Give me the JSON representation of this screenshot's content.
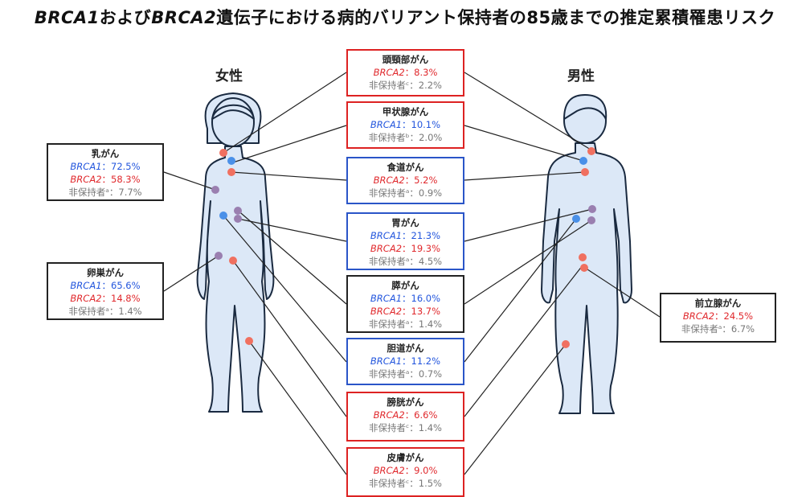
{
  "title": {
    "gene1": "BRCA1",
    "and": "および",
    "gene2": "BRCA2",
    "rest": "遺伝子における病的バリアント保持者の85歳までの推定累積罹患リスク"
  },
  "labels": {
    "female": "女性",
    "male": "男性"
  },
  "colors": {
    "brca1": "#2255dd",
    "brca2": "#e0282c",
    "noncarrier": "#777777",
    "body_fill": "#dce8f7",
    "body_stroke": "#1a2a40",
    "dot_red": "#f07060",
    "dot_blue": "#4a90e8",
    "dot_purple": "#9a7fb0"
  },
  "cancers": [
    {
      "id": "head-neck",
      "name": "頭頸部がん",
      "border": "red",
      "rows": [
        {
          "gene": "BRCA2",
          "value": "：8.3%",
          "cls": "b2"
        },
        {
          "text": "非保持者ᶜ：2.2%",
          "cls": "non"
        }
      ]
    },
    {
      "id": "thyroid",
      "name": "甲状腺がん",
      "border": "red",
      "rows": [
        {
          "gene": "BRCA1",
          "value": "：10.1%",
          "cls": "b1"
        },
        {
          "text": "非保持者ᵇ：2.0%",
          "cls": "non"
        }
      ]
    },
    {
      "id": "esophagus",
      "name": "食道がん",
      "border": "blue",
      "rows": [
        {
          "gene": "BRCA2",
          "value": "：5.2%",
          "cls": "b2"
        },
        {
          "text": "非保持者ᵃ：0.9%",
          "cls": "non"
        }
      ]
    },
    {
      "id": "stomach",
      "name": "胃がん",
      "border": "blue",
      "rows": [
        {
          "gene": "BRCA1",
          "value": "：21.3%",
          "cls": "b1"
        },
        {
          "gene": "BRCA2",
          "value": "：19.3%",
          "cls": "b2"
        },
        {
          "text": "非保持者ᵃ：4.5%",
          "cls": "non"
        }
      ]
    },
    {
      "id": "pancreas",
      "name": "膵がん",
      "border": "dark",
      "rows": [
        {
          "gene": "BRCA1",
          "value": "：16.0%",
          "cls": "b1"
        },
        {
          "gene": "BRCA2",
          "value": "：13.7%",
          "cls": "b2"
        },
        {
          "text": "非保持者ᵃ：1.4%",
          "cls": "non"
        }
      ]
    },
    {
      "id": "biliary",
      "name": "胆道がん",
      "border": "blue",
      "rows": [
        {
          "gene": "BRCA1",
          "value": "：11.2%",
          "cls": "b1"
        },
        {
          "text": "非保持者ᵃ：0.7%",
          "cls": "non"
        }
      ]
    },
    {
      "id": "bladder",
      "name": "膀胱がん",
      "border": "red",
      "rows": [
        {
          "gene": "BRCA2",
          "value": "：6.6%",
          "cls": "b2"
        },
        {
          "text": "非保持者ᶜ：1.4%",
          "cls": "non"
        }
      ]
    },
    {
      "id": "skin",
      "name": "皮膚がん",
      "border": "red",
      "rows": [
        {
          "gene": "BRCA2",
          "value": "：9.0%",
          "cls": "b2"
        },
        {
          "text": "非保持者ᶜ：1.5%",
          "cls": "non"
        }
      ]
    },
    {
      "id": "breast",
      "name": "乳がん",
      "border": "dark",
      "rows": [
        {
          "gene": "BRCA1",
          "value": "：72.5%",
          "cls": "b1"
        },
        {
          "gene": "BRCA2",
          "value": "：58.3%",
          "cls": "b2"
        },
        {
          "text": "非保持者ᵃ：7.7%",
          "cls": "non"
        }
      ]
    },
    {
      "id": "ovary",
      "name": "卵巣がん",
      "border": "dark",
      "rows": [
        {
          "gene": "BRCA1",
          "value": "：65.6%",
          "cls": "b1"
        },
        {
          "gene": "BRCA2",
          "value": "：14.8%",
          "cls": "b2"
        },
        {
          "text": "非保持者ᵃ：1.4%",
          "cls": "non"
        }
      ]
    },
    {
      "id": "prostate",
      "name": "前立腺がん",
      "border": "dark",
      "rows": [
        {
          "gene": "BRCA2",
          "value": "：24.5%",
          "cls": "b2"
        },
        {
          "text": "非保持者ᵃ：6.7%",
          "cls": "non"
        }
      ]
    }
  ]
}
